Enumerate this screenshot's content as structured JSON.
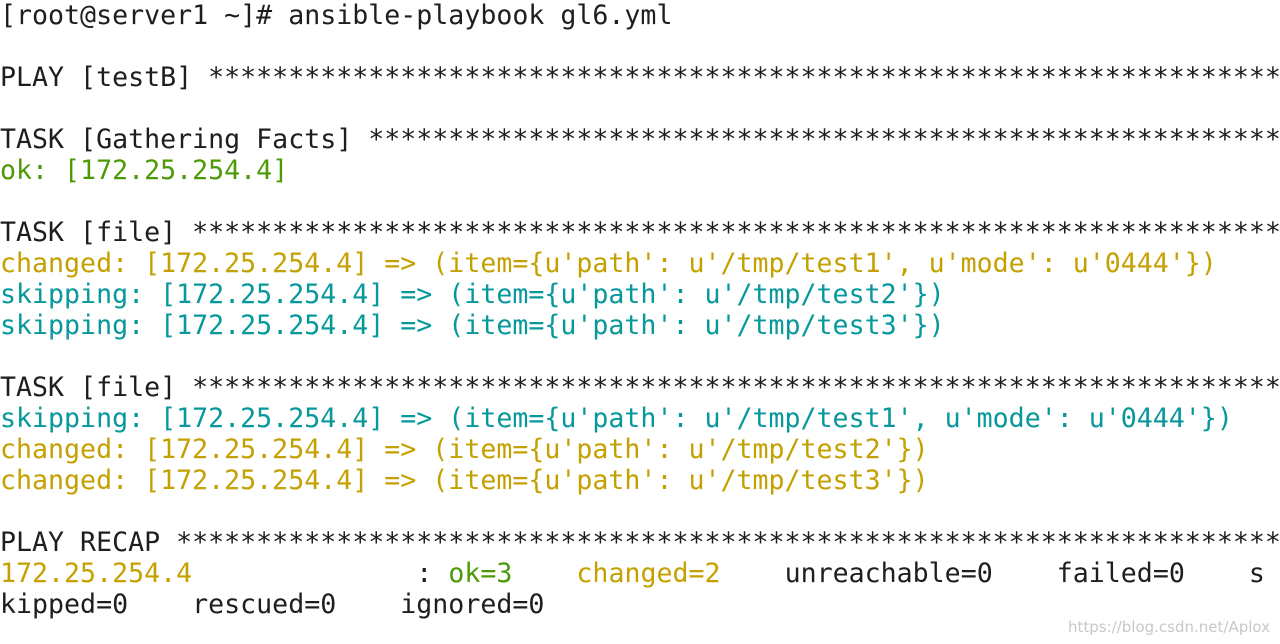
{
  "terminal": {
    "lines": [
      [
        {
          "text": "[root@server1 ~]# ansible-playbook gl6.yml",
          "color": "default"
        }
      ],
      [],
      [
        {
          "text": "PLAY [testB] *********************************************************************************************",
          "color": "default"
        }
      ],
      [],
      [
        {
          "text": "TASK [Gathering Facts] ***********************************************************************************",
          "color": "default"
        }
      ],
      [
        {
          "text": "ok: [172.25.254.4]",
          "color": "ok"
        }
      ],
      [],
      [
        {
          "text": "TASK [file] **********************************************************************************************",
          "color": "default"
        }
      ],
      [
        {
          "text": "changed: [172.25.254.4] => (item={u'path': u'/tmp/test1', u'mode': u'0444'})",
          "color": "changed"
        }
      ],
      [
        {
          "text": "skipping: [172.25.254.4] => (item={u'path': u'/tmp/test2'})",
          "color": "skipping"
        }
      ],
      [
        {
          "text": "skipping: [172.25.254.4] => (item={u'path': u'/tmp/test3'})",
          "color": "skipping"
        }
      ],
      [],
      [
        {
          "text": "TASK [file] **********************************************************************************************",
          "color": "default"
        }
      ],
      [
        {
          "text": "skipping: [172.25.254.4] => (item={u'path': u'/tmp/test1', u'mode': u'0444'})",
          "color": "skipping"
        }
      ],
      [
        {
          "text": "changed: [172.25.254.4] => (item={u'path': u'/tmp/test2'})",
          "color": "changed"
        }
      ],
      [
        {
          "text": "changed: [172.25.254.4] => (item={u'path': u'/tmp/test3'})",
          "color": "changed"
        }
      ],
      [],
      [
        {
          "text": "PLAY RECAP ***********************************************************************************************",
          "color": "default"
        }
      ],
      [
        {
          "text": "172.25.254.4",
          "color": "changed"
        },
        {
          "text": "              : ",
          "color": "default"
        },
        {
          "text": "ok=3",
          "color": "ok"
        },
        {
          "text": "    ",
          "color": "default"
        },
        {
          "text": "changed=2",
          "color": "changed"
        },
        {
          "text": "    unreachable=0    failed=0    s",
          "color": "default"
        }
      ],
      [
        {
          "text": "kipped=0    rescued=0    ignored=0",
          "color": "default"
        }
      ]
    ]
  },
  "colors": {
    "default": "#1e1e1e",
    "ok": "#4e9a06",
    "changed": "#c4a000",
    "skipping": "#06989a"
  },
  "watermark": "https://blog.csdn.net/Aplox"
}
